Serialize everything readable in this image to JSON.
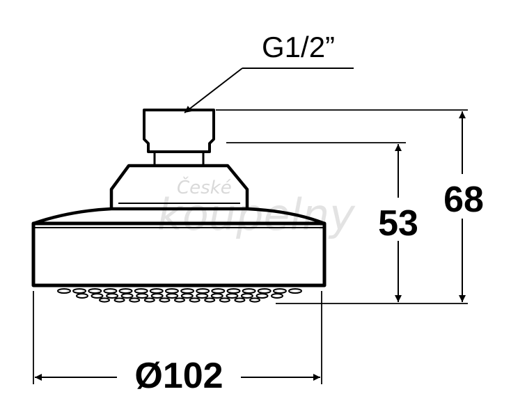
{
  "drawing": {
    "thread_label": "G1/2”",
    "dim_total_height": "68",
    "dim_body_height": "53",
    "dim_diameter": "Ø102",
    "watermark_line1": "České",
    "watermark_line2": "koupelny",
    "colors": {
      "ink": "#000000",
      "watermark": "#d9d9d9",
      "background": "#ffffff"
    }
  }
}
